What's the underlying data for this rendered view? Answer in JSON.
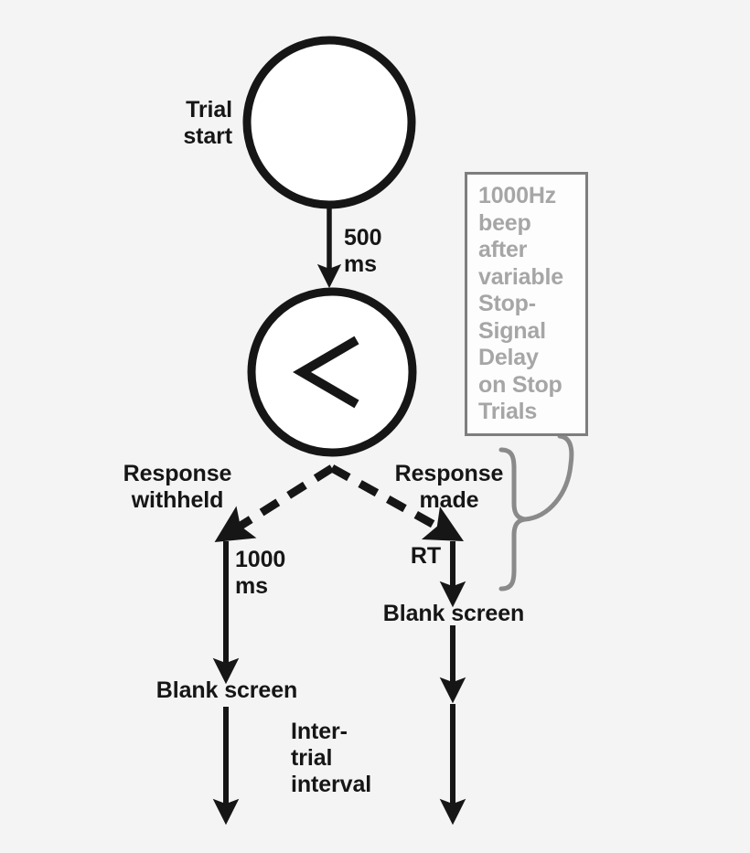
{
  "diagram": {
    "title": "Stop-signal task trial structure",
    "background_color": "#f4f4f4",
    "stroke_color": "#161616",
    "note_border_color": "#7e7e7e",
    "note_text_color": "#a6a6a6"
  },
  "nodes": {
    "trial_start_label": "Trial\nstart",
    "go_stimulus_glyph": "<",
    "note_box_text": "1000Hz\nbeep\nafter\nvariable\nStop-\nSignal\nDelay\non Stop\nTrials"
  },
  "edges": {
    "fixation_to_stimulus_duration": "500\nms",
    "branch_left_label": "Response\nwithheld",
    "branch_right_label": "Response\nmade",
    "left_wait_duration": "1000\nms",
    "right_response_time": "RT",
    "blank_screen_right": "Blank screen",
    "blank_screen_left": "Blank screen",
    "intertrial_interval": "Inter-\ntrial\ninterval"
  }
}
